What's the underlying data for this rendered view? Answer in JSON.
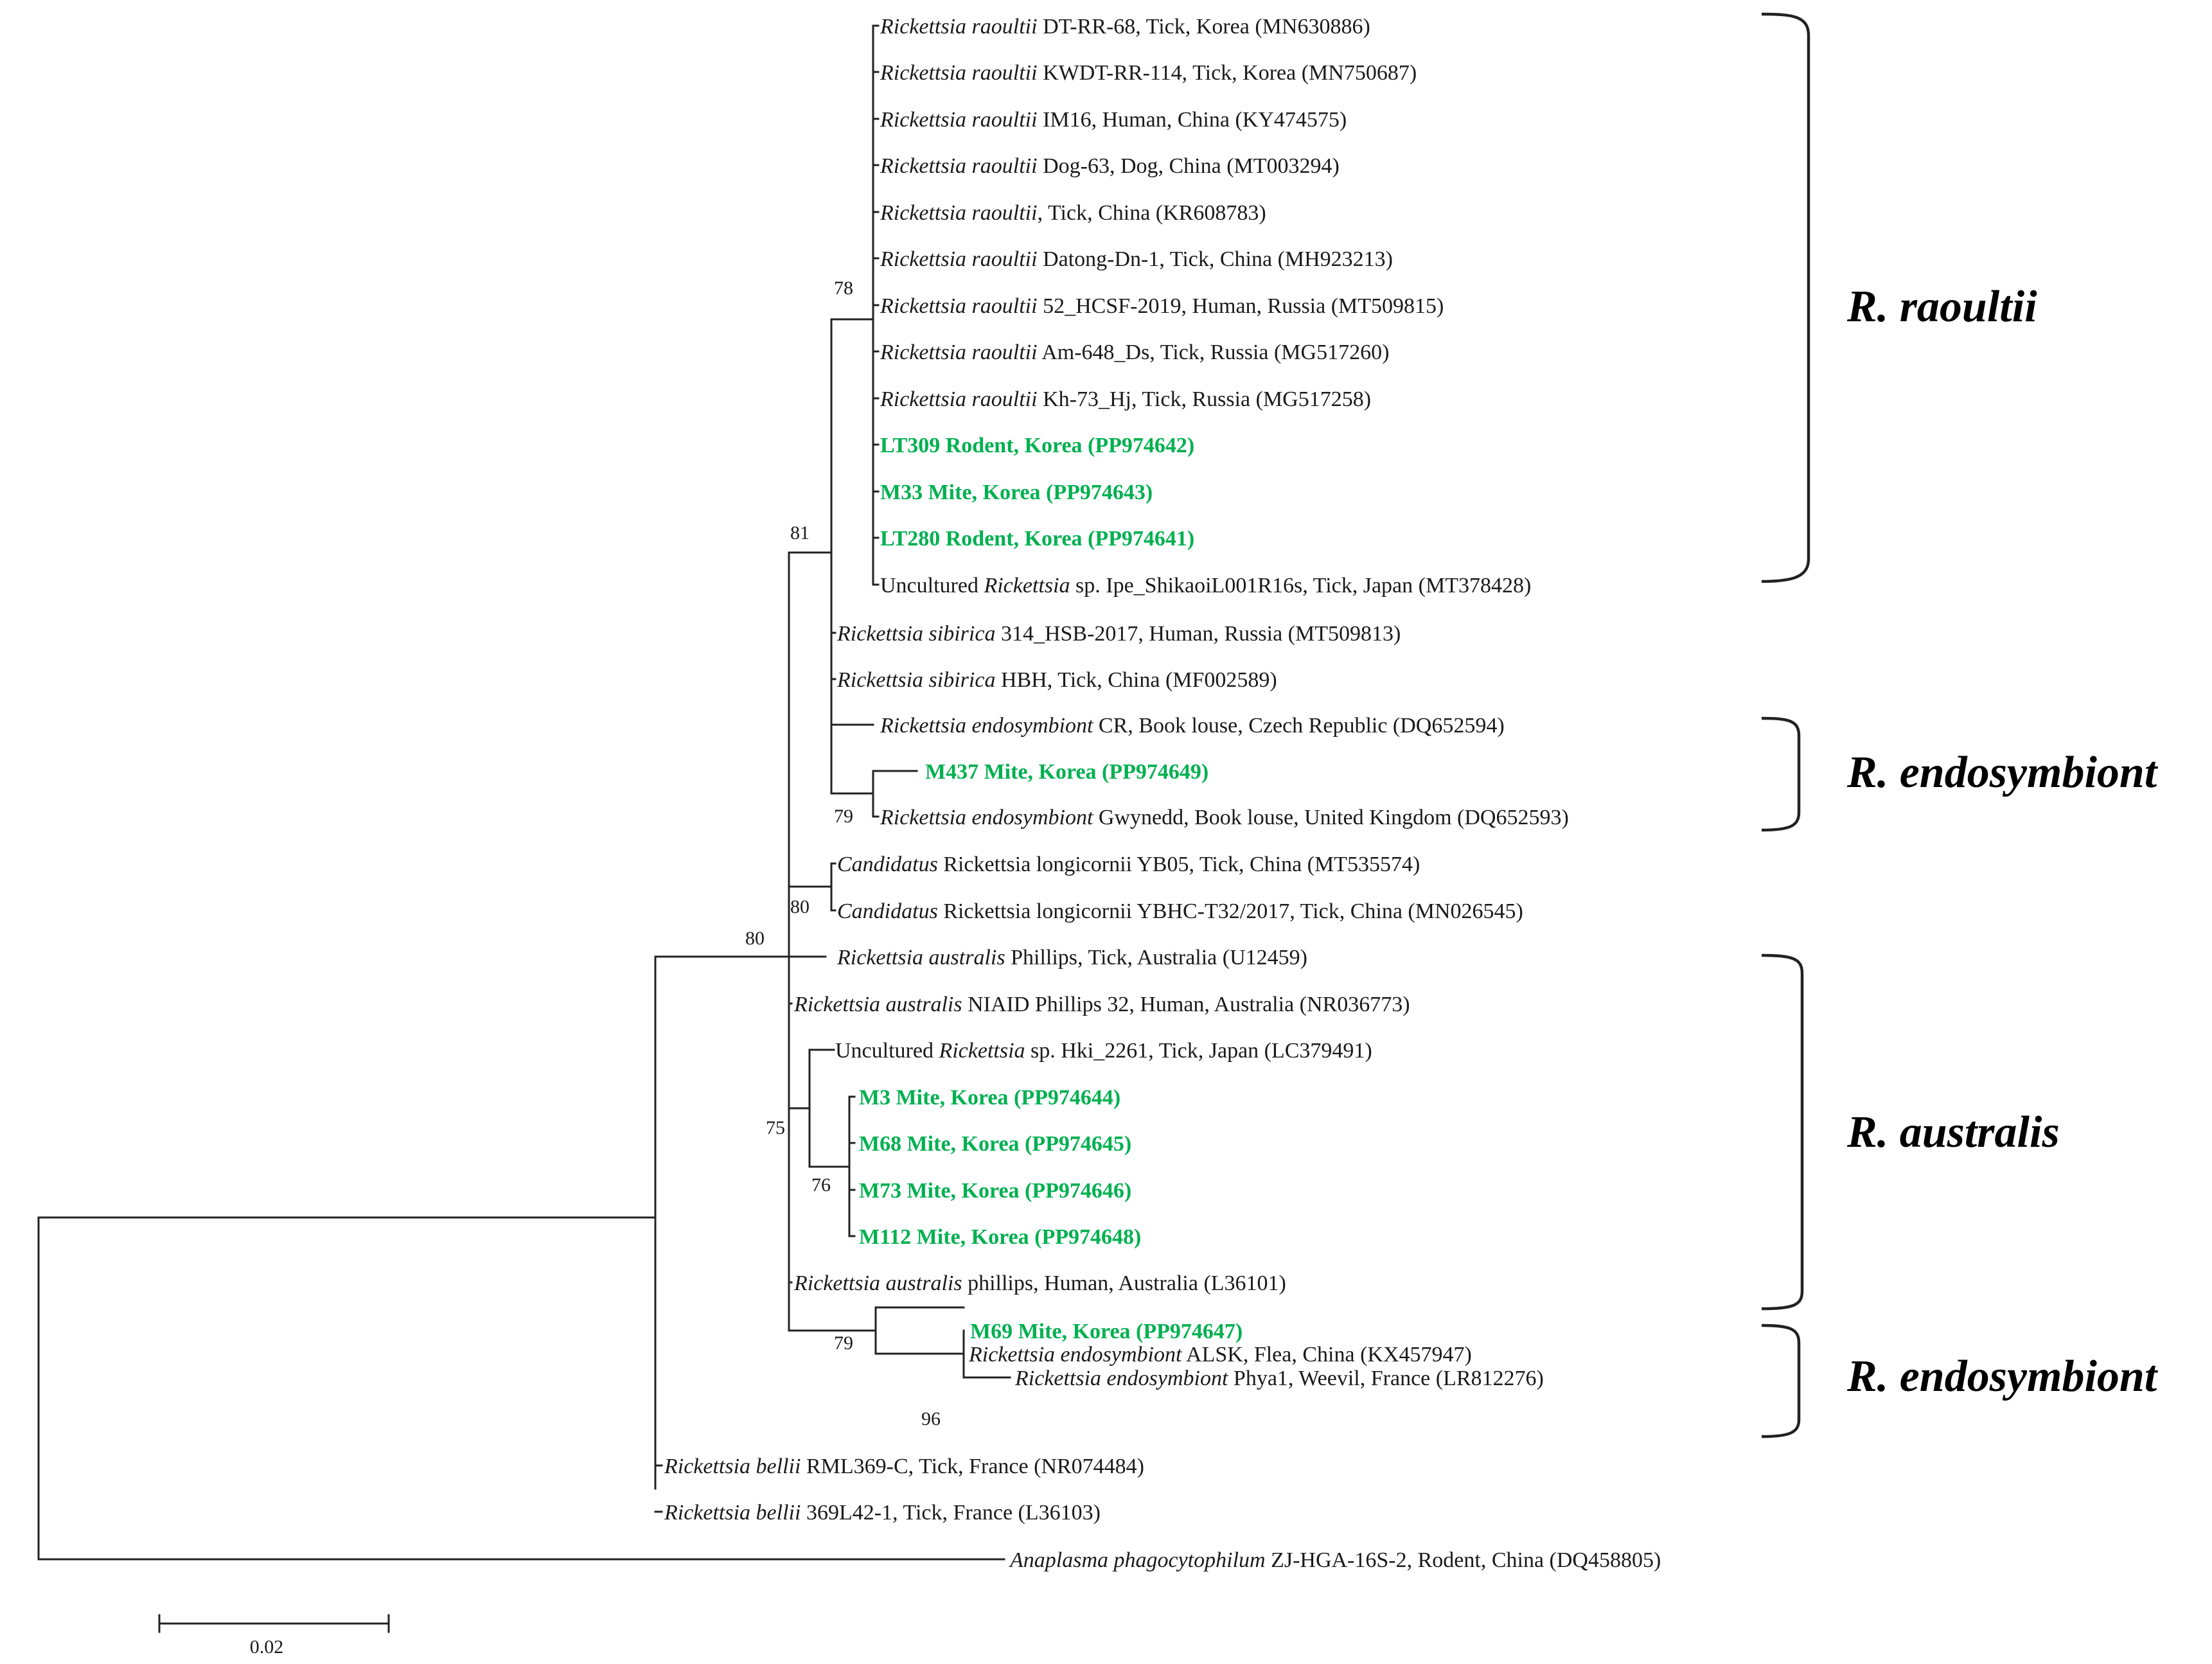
{
  "colors": {
    "highlight": "#00b050",
    "line": "#222222",
    "text": "#1a1a1a"
  },
  "leaves": [
    {
      "parts": [
        {
          "t": "Rickettsia raoultii",
          "i": true
        },
        {
          "t": " DT-RR-68,  Tick, Korea (MN630886)"
        }
      ]
    },
    {
      "parts": [
        {
          "t": "Rickettsia raoultii",
          "i": true
        },
        {
          "t": " KWDT-RR-114,  Tick, Korea (MN750687)"
        }
      ]
    },
    {
      "parts": [
        {
          "t": "Rickettsia raoultii",
          "i": true
        },
        {
          "t": " IM16, Human, China (KY474575)"
        }
      ]
    },
    {
      "parts": [
        {
          "t": "Rickettsia raoultii",
          "i": true
        },
        {
          "t": " Dog-63, Dog, China (MT003294)"
        }
      ]
    },
    {
      "parts": [
        {
          "t": "Rickettsia raoultii",
          "i": true
        },
        {
          "t": ", Tick, China  (KR608783)"
        }
      ]
    },
    {
      "parts": [
        {
          "t": "Rickettsia raoultii",
          "i": true
        },
        {
          "t": " Datong-Dn-1, Tick, China  (MH923213)"
        }
      ]
    },
    {
      "parts": [
        {
          "t": "Rickettsia raoultii",
          "i": true
        },
        {
          "t": " 52_HCSF-2019,  Human, Russia (MT509815)"
        }
      ]
    },
    {
      "parts": [
        {
          "t": "Rickettsia raoultii",
          "i": true
        },
        {
          "t": " Am-648_Ds, Tick, Russia (MG517260)"
        }
      ]
    },
    {
      "parts": [
        {
          "t": "Rickettsia raoultii",
          "i": true
        },
        {
          "t": " Kh-73_Hj, Tick, Russia (MG517258)"
        }
      ]
    },
    {
      "hl": true,
      "parts": [
        {
          "t": "LT309 Rodent,  Korea (PP974642)"
        }
      ]
    },
    {
      "hl": true,
      "parts": [
        {
          "t": "M33 Mite,  Korea (PP974643)"
        }
      ]
    },
    {
      "hl": true,
      "parts": [
        {
          "t": "LT280 Rodent,  Korea (PP974641)"
        }
      ]
    },
    {
      "parts": [
        {
          "t": "Uncultured "
        },
        {
          "t": "Rickettsia",
          "i": true
        },
        {
          "t": " sp. Ipe_ShikaoiL001R16s,  Tick,  Japan (MT378428)"
        }
      ]
    },
    {
      "parts": [
        {
          "t": "Rickettsia sibirica",
          "i": true
        },
        {
          "t": " 314_HSB-2017,  Human, Russia (MT509813)"
        }
      ]
    },
    {
      "parts": [
        {
          "t": "Rickettsia sibirica",
          "i": true
        },
        {
          "t": " HBH,  Tick, China (MF002589)"
        }
      ]
    },
    {
      "parts": [
        {
          "t": "Rickettsia endosymbiont",
          "i": true
        },
        {
          "t": " CR, Book louse, Czech  Republic (DQ652594)"
        }
      ]
    },
    {
      "hl": true,
      "parts": [
        {
          "t": "M437 Mite, Korea  (PP974649)"
        }
      ]
    },
    {
      "parts": [
        {
          "t": "Rickettsia endosymbiont",
          "i": true
        },
        {
          "t": " Gwynedd, Book louse, United Kingdom  (DQ652593)"
        }
      ]
    },
    {
      "parts": [
        {
          "t": "Candidatus",
          "i": true
        },
        {
          "t": " Rickettsia  longicornii  YB05,  Tick,  China  (MT535574)"
        }
      ]
    },
    {
      "parts": [
        {
          "t": "Candidatus",
          "i": true
        },
        {
          "t": " Rickettsia  longicornii   YBHC-T32/2017,  Tick,  China  (MN026545)"
        }
      ]
    },
    {
      "parts": [
        {
          "t": "Rickettsia australis",
          "i": true
        },
        {
          "t": " Phillips,  Tick,  Australia  (U12459)"
        }
      ]
    },
    {
      "parts": [
        {
          "t": "Rickettsia australis",
          "i": true
        },
        {
          "t": " NIAID  Phillips  32,  Human,  Australia  (NR036773)"
        }
      ]
    },
    {
      "parts": [
        {
          "t": "Uncultured "
        },
        {
          "t": "Rickettsia",
          "i": true
        },
        {
          "t": " sp. Hki_2261,  Tick,  Japan  (LC379491)"
        }
      ]
    },
    {
      "hl": true,
      "parts": [
        {
          "t": "M3  Mite,  Korea  (PP974644)"
        }
      ]
    },
    {
      "hl": true,
      "parts": [
        {
          "t": "M68  Mite,  Korea  (PP974645)"
        }
      ]
    },
    {
      "hl": true,
      "parts": [
        {
          "t": "M73  Mite,  Korea  (PP974646)"
        }
      ]
    },
    {
      "hl": true,
      "parts": [
        {
          "t": "M112  Mite,  Korea  (PP974648)"
        }
      ]
    },
    {
      "parts": [
        {
          "t": "Rickettsia australis",
          "i": true
        },
        {
          "t": " phillips,  Human,  Australia  (L36101)"
        }
      ]
    },
    {
      "hl": true,
      "parts": [
        {
          "t": "M69  Mite,  Korea  (PP974647)"
        }
      ]
    },
    {
      "parts": [
        {
          "t": "Rickettsia endosymbiont",
          "i": true
        },
        {
          "t": " ALSK,  Flea,  China  (KX457947)"
        }
      ]
    },
    {
      "parts": [
        {
          "t": "Rickettsia endosymbiont",
          "i": true
        },
        {
          "t": " Phya1,  Weevil,  France  (LR812276)"
        }
      ]
    },
    {
      "parts": [
        {
          "t": "Rickettsia bellii",
          "i": true
        },
        {
          "t": " RML369-C,   Tick,  France  (NR074484)"
        }
      ]
    },
    {
      "parts": [
        {
          "t": "Rickettsia bellii",
          "i": true
        },
        {
          "t": " 369L42-1,   Tick,  France  (L36103)"
        }
      ]
    },
    {
      "parts": [
        {
          "t": "Anaplasma phagocytophilum",
          "i": true
        },
        {
          "t": " ZJ-HGA-16S-2,  Rodent,  China  (DQ458805)"
        }
      ]
    }
  ],
  "bootstrap": [
    "78",
    "81",
    "79",
    "80",
    "80",
    "75",
    "76",
    "79",
    "96"
  ],
  "clades": [
    "R. raoultii",
    "R. endosymbiont",
    "R. australis",
    "R. endosymbiont"
  ],
  "scale_bar": {
    "label": "0.02",
    "value": 0.02
  }
}
